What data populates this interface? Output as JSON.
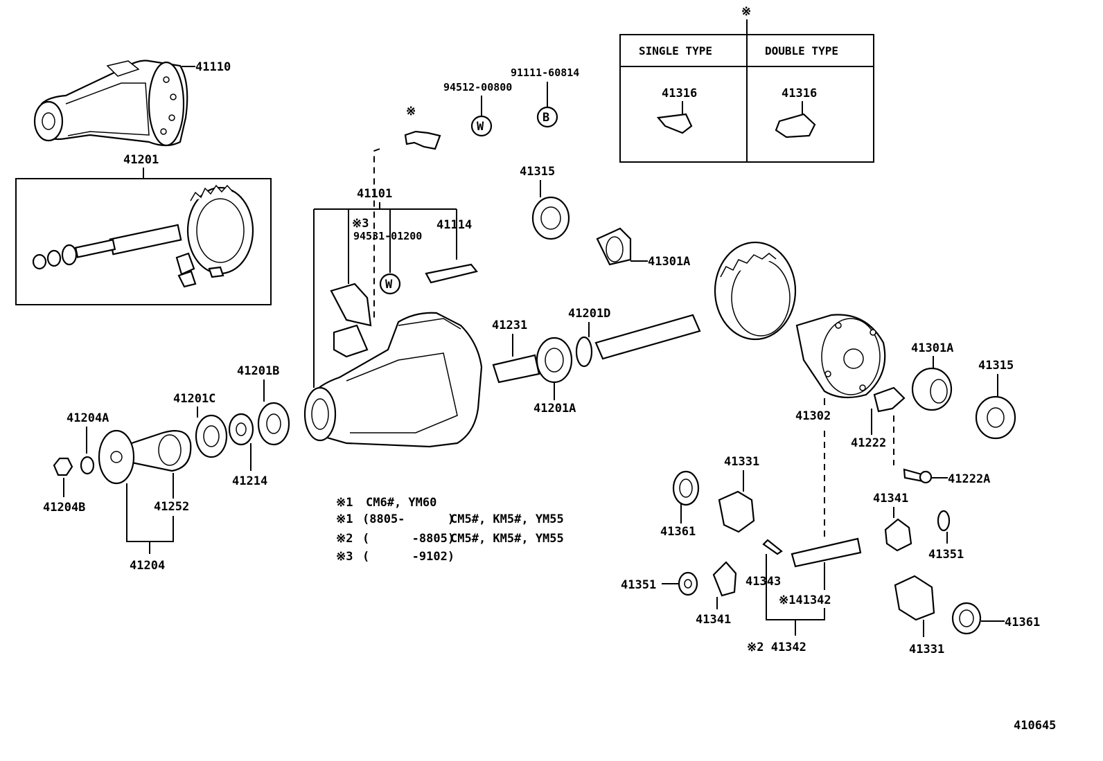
{
  "labels": {
    "p41110": "41110",
    "p41201": "41201",
    "p41101": "41101",
    "p91111": "91111-60814",
    "p94512": "94512-00800",
    "p94531": "94531-01200",
    "p41114": "41114",
    "p41315_top": "41315",
    "p41301A_top": "41301A",
    "p41231": "41231",
    "p41201D": "41201D",
    "p41201A": "41201A",
    "p41201B": "41201B",
    "p41201C": "41201C",
    "p41204A": "41204A",
    "p41204B": "41204B",
    "p41252": "41252",
    "p41214": "41214",
    "p41204": "41204",
    "p41302": "41302",
    "p41301A_right": "41301A",
    "p41315_right": "41315",
    "p41222": "41222",
    "p41222A": "41222A",
    "p41331_top": "41331",
    "p41361_left": "41361",
    "p41341_right": "41341",
    "p41351_right": "41351",
    "p41351_left": "41351",
    "p41343": "41343",
    "p41341_left": "41341",
    "p41342_1": "※141342",
    "p41342_2": "※2 41342",
    "p41331_bottom": "41331",
    "p41361_right": "41361",
    "ref3": "※3",
    "mark_top": "※",
    "mark_bracket": "※",
    "figure_id": "410645"
  },
  "symbols": {
    "washer": "W",
    "bolt": "B"
  },
  "type_table": {
    "single_header": "SINGLE TYPE",
    "double_header": "DOUBLE TYPE",
    "single_part": "41316",
    "double_part": "41316"
  },
  "notes": [
    {
      "mark": "※1",
      "range": "",
      "models": "CM6#, YM60"
    },
    {
      "mark": "※1",
      "range": "(8805-      )",
      "models": "CM5#, KM5#, YM55"
    },
    {
      "mark": "※2",
      "range": "(      -8805)",
      "models": "CM5#, KM5#, YM55"
    },
    {
      "mark": "※3",
      "range": "(      -9102)",
      "models": ""
    }
  ]
}
